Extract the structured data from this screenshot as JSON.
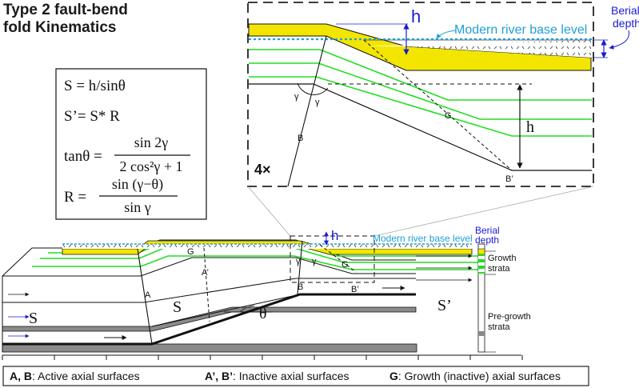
{
  "title": {
    "line1": "Type 2 fault-bend",
    "line2": "fold Kinematics"
  },
  "equations": {
    "s": "S = h/sinθ",
    "s_prime": "S’= S* R",
    "tan_lhs": "tanθ =",
    "tan_num": "sin 2γ",
    "tan_den": "2 cos²γ + 1",
    "r_lhs": "R =",
    "r_num": "sin (γ−θ)",
    "r_den": "sin γ"
  },
  "inset": {
    "magnification": "4×",
    "h_top": "h",
    "h_mid": "h",
    "river_label": "Modern river base level",
    "burial_label": [
      "Berial",
      "depth"
    ],
    "gamma_left": "γ",
    "gamma_right": "γ",
    "label_b": "B",
    "label_g": "G",
    "label_b_prime": "B’"
  },
  "section": {
    "h": "h",
    "river_label": "Modern river base level",
    "burial_label": [
      "Berial",
      "depth"
    ],
    "s_left": "S",
    "s_mid": "S",
    "s_prime": "S’",
    "theta": "θ",
    "label_a": "A",
    "label_a_prime": "A’",
    "label_b": "B",
    "label_b_prime": "B’",
    "label_g_left": "G",
    "label_g_right": "G",
    "gamma_left": "γ",
    "gamma_right": "γ"
  },
  "column": {
    "growth": [
      "Growth",
      "strata"
    ],
    "pregrowth": [
      "Pre-growth",
      "strata"
    ]
  },
  "legend": {
    "ab_key": "A, B",
    "ab_text": ": Active axial surfaces",
    "ab_prime_key": "A’, B’",
    "ab_prime_text": ": Inactive axial surfaces",
    "g_key": "G",
    "g_text": ": Growth (inactive) axial surfaces"
  },
  "colors": {
    "yellow_layer": "#f2e600",
    "green_strata": "#22dd22",
    "river_blue": "#1e9fd8",
    "annotation_blue": "#1a1ad0",
    "gray_layer": "#8a8a8a"
  }
}
